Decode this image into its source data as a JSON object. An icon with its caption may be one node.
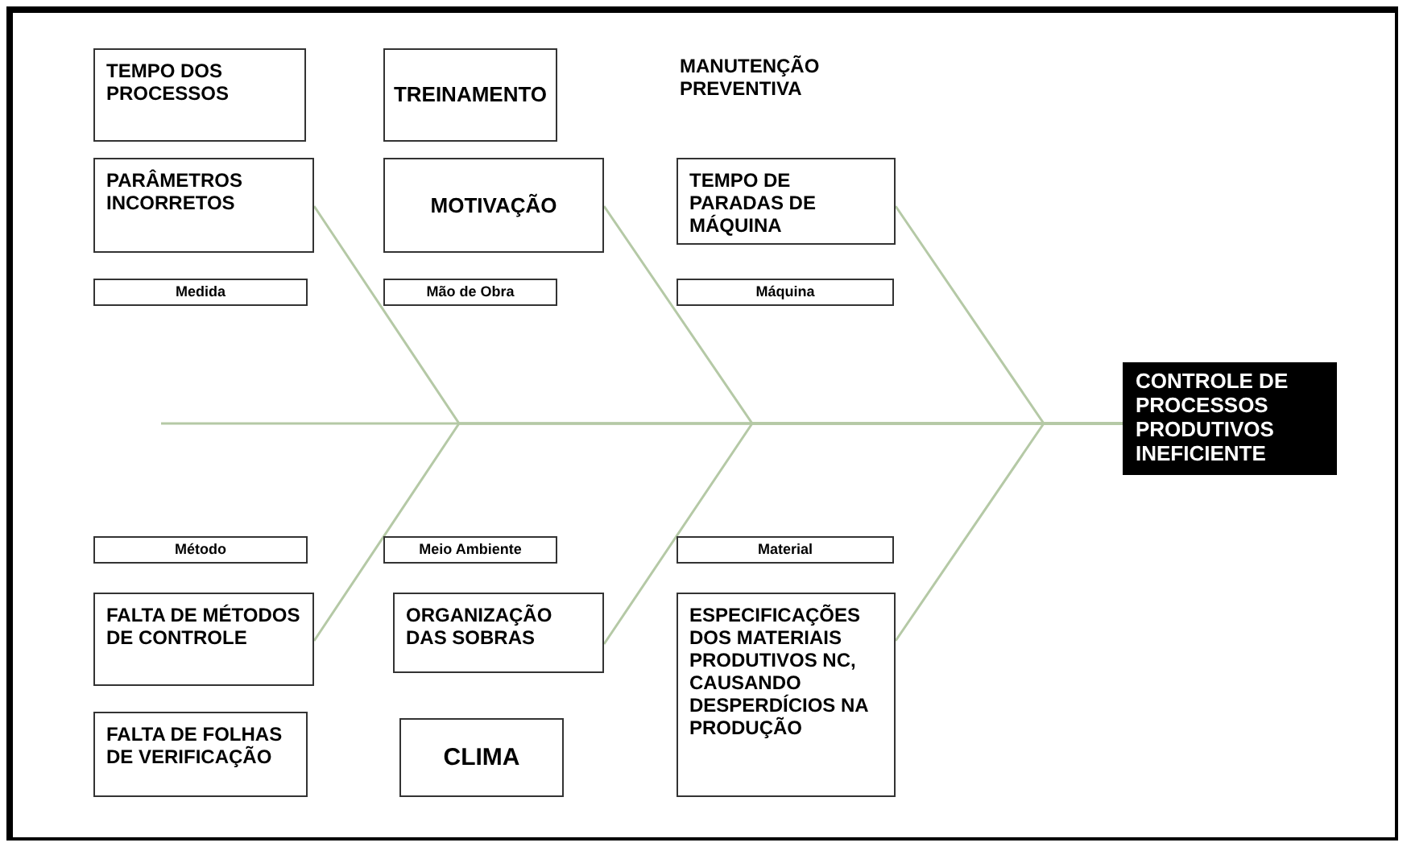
{
  "diagram": {
    "nodes": [
      {
        "text": [
          "TEMPO DOS PROCESSOS"
        ]
      },
      {
        "text": [
          "TREINAMENTO"
        ]
      },
      {
        "text": [
          "MANUTENÇÃO PREVENTIVA"
        ]
      },
      {
        "text": [
          "PARÂMETROS INCORRETOS"
        ]
      },
      {
        "text": [
          "MOTIVAÇÃO"
        ]
      },
      {
        "text": [
          "TEMPO DE PARADAS DE MÁQUINA"
        ]
      },
      {
        "text": [
          "Medida"
        ]
      },
      {
        "text": [
          "Mão de Obra"
        ]
      },
      {
        "text": [
          "Máquina"
        ]
      },
      {
        "text": [
          "CONTROLE DE PROCESSOS PRODUTIVOS INEFICIENTE"
        ]
      },
      {
        "text": [
          "Método"
        ]
      },
      {
        "text": [
          "Meio Ambiente"
        ]
      },
      {
        "text": [
          "Material"
        ]
      },
      {
        "text": [
          "FALTA DE MÉTODOS DE CONTROLE"
        ]
      },
      {
        "text": [
          "ORGANIZAÇÃO DAS SOBRAS"
        ]
      },
      {
        "text": [
          "ESPECIFICAÇÕES DOS MATERIAIS PRODUTIVOS NC, CAUSANDO DESPERDÍCIOS NA PRODUÇÃO"
        ]
      },
      {
        "text": [
          "FALTA DE FOLHAS DE VERIFICAÇÃO"
        ]
      },
      {
        "text": [
          "CLIMA"
        ]
      }
    ],
    "edges": [
      {
        "from": null,
        "to": 9,
        "arrow": "none"
      },
      {
        "from": 3,
        "to": 9,
        "arrow": "none"
      },
      {
        "from": 4,
        "to": 9,
        "arrow": "none"
      },
      {
        "from": 5,
        "to": 9,
        "arrow": "none"
      },
      {
        "from": 13,
        "to": 9,
        "arrow": "none"
      },
      {
        "from": 14,
        "to": 9,
        "arrow": "none"
      },
      {
        "from": 15,
        "to": 9,
        "arrow": "none"
      }
    ]
  }
}
